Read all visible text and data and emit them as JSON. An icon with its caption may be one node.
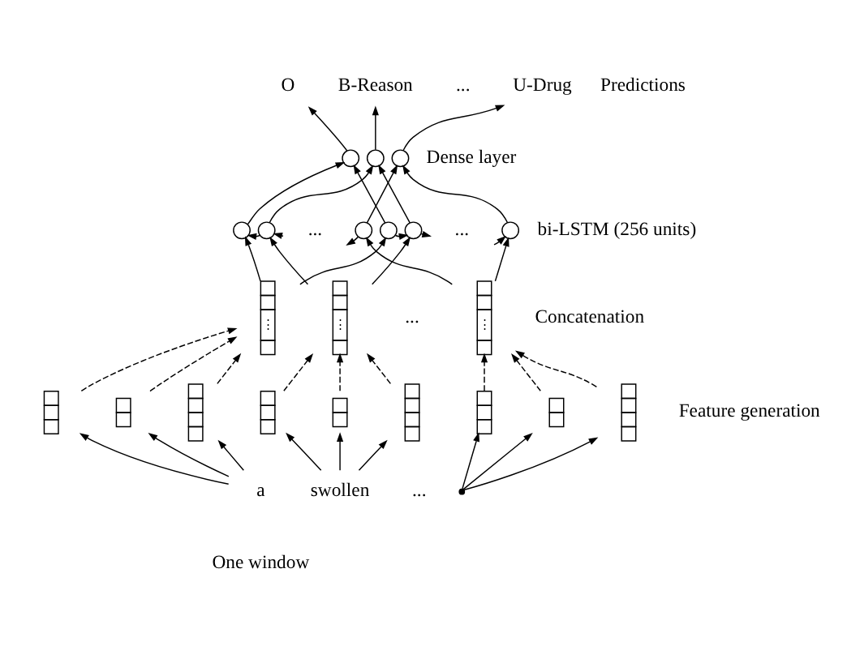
{
  "diagram": {
    "nodes": [
      {
        "text": [
          "O"
        ]
      },
      {
        "text": [
          "B-Reason"
        ]
      },
      {
        "text": [
          "U-Drug"
        ]
      },
      {
        "text": [],
        "shape": "circle"
      },
      {
        "text": [],
        "shape": "circle"
      },
      {
        "text": [],
        "shape": "circle"
      },
      {
        "text": [],
        "shape": "circle"
      },
      {
        "text": [],
        "shape": "circle"
      },
      {
        "text": [
          "..."
        ]
      },
      {
        "text": [],
        "shape": "circle"
      },
      {
        "text": [],
        "shape": "circle"
      },
      {
        "text": [],
        "shape": "circle"
      },
      {
        "text": [
          "..."
        ]
      },
      {
        "text": [],
        "shape": "circle"
      },
      {
        "text": [
          "⋮"
        ]
      },
      {
        "text": [
          "⋮"
        ]
      },
      {
        "text": [
          "⋮"
        ]
      },
      {
        "text": [],
        "shape": "box"
      },
      {
        "text": [],
        "shape": "box"
      },
      {
        "text": [],
        "shape": "box"
      },
      {
        "text": [],
        "shape": "box"
      },
      {
        "text": [],
        "shape": "box"
      },
      {
        "text": [],
        "shape": "box"
      },
      {
        "text": [],
        "shape": "box"
      },
      {
        "text": [],
        "shape": "box"
      },
      {
        "text": [],
        "shape": "box"
      },
      {
        "text": [
          "a"
        ]
      },
      {
        "text": [
          "swollen"
        ]
      },
      {
        "text": [],
        "shape": "point"
      }
    ],
    "edges": [
      {
        "from": 3,
        "to": 0,
        "arrow": "to"
      },
      {
        "from": 4,
        "to": 1,
        "arrow": "to"
      },
      {
        "from": 5,
        "to": 2,
        "arrow": "to"
      },
      {
        "from": 6,
        "to": 3,
        "arrow": "to"
      },
      {
        "from": 10,
        "to": 3,
        "arrow": "to"
      },
      {
        "from": 7,
        "to": 4,
        "arrow": "to"
      },
      {
        "from": 11,
        "to": 4,
        "arrow": "to"
      },
      {
        "from": 9,
        "to": 5,
        "arrow": "to"
      },
      {
        "from": 13,
        "to": 5,
        "arrow": "to"
      },
      {
        "from": 7,
        "to": 6,
        "arrow": "to"
      },
      {
        "from": 8,
        "to": 7,
        "arrow": "to"
      },
      {
        "from": 9,
        "to": 8,
        "arrow": "to"
      },
      {
        "from": 10,
        "to": 11,
        "arrow": "to"
      },
      {
        "from": 11,
        "to": 12,
        "arrow": "to"
      },
      {
        "from": 12,
        "to": 13,
        "arrow": "to"
      },
      {
        "from": 14,
        "to": 6,
        "arrow": "to"
      },
      {
        "from": 14,
        "to": 10,
        "arrow": "to"
      },
      {
        "from": 15,
        "to": 7,
        "arrow": "to"
      },
      {
        "from": 15,
        "to": 11,
        "arrow": "to"
      },
      {
        "from": 16,
        "to": 9,
        "arrow": "to"
      },
      {
        "from": 16,
        "to": 13,
        "arrow": "to"
      },
      {
        "from": 17,
        "to": 14,
        "arrow": "to",
        "style": "dashed"
      },
      {
        "from": 18,
        "to": 14,
        "arrow": "to",
        "style": "dashed"
      },
      {
        "from": 19,
        "to": 14,
        "arrow": "to",
        "style": "dashed"
      },
      {
        "from": 20,
        "to": 15,
        "arrow": "to",
        "style": "dashed"
      },
      {
        "from": 21,
        "to": 15,
        "arrow": "to",
        "style": "dashed"
      },
      {
        "from": 22,
        "to": 15,
        "arrow": "to",
        "style": "dashed"
      },
      {
        "from": 23,
        "to": 16,
        "arrow": "to",
        "style": "dashed"
      },
      {
        "from": 24,
        "to": 16,
        "arrow": "to",
        "style": "dashed"
      },
      {
        "from": 25,
        "to": 16,
        "arrow": "to",
        "style": "dashed"
      },
      {
        "from": 26,
        "to": 17,
        "arrow": "to"
      },
      {
        "from": 26,
        "to": 18,
        "arrow": "to"
      },
      {
        "from": 26,
        "to": 19,
        "arrow": "to"
      },
      {
        "from": 27,
        "to": 20,
        "arrow": "to"
      },
      {
        "from": 27,
        "to": 21,
        "arrow": "to"
      },
      {
        "from": 27,
        "to": 22,
        "arrow": "to"
      },
      {
        "from": 28,
        "to": 23,
        "arrow": "to"
      },
      {
        "from": 28,
        "to": 24,
        "arrow": "to"
      },
      {
        "from": 28,
        "to": 25,
        "arrow": "to"
      }
    ],
    "labels": [
      "...",
      "Predictions",
      "Dense layer",
      "bi-LSTM (256 units)",
      "...",
      "Concatenation",
      "Feature generation",
      "...",
      "One window"
    ]
  }
}
